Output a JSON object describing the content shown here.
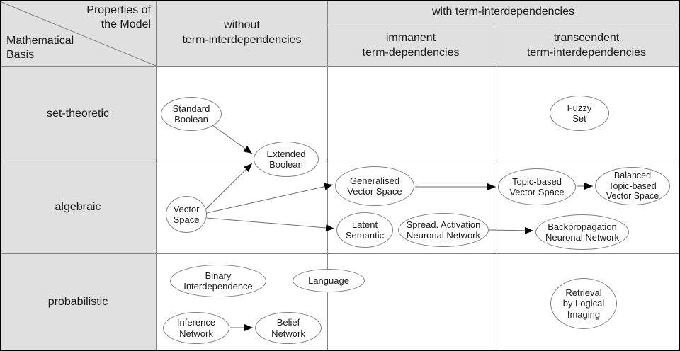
{
  "title": "Classification matrix of IR model mathematical bases vs term-interdependency properties",
  "colors": {
    "header_bg": "#e0e0e0",
    "body_bg": "#ffffff",
    "grid_line": "#828282",
    "node_stroke": "#828282",
    "arrow_line": "#6e6e6e",
    "arrowhead": "#000000",
    "outer_border": "#000000",
    "text": "#1a1a1a"
  },
  "header": {
    "corner_top": "Properties of\nthe Model",
    "corner_bottom": "Mathematical\nBasis",
    "col_without": "without\nterm-interdependencies",
    "col_with": "with term-interdependencies",
    "col_immanent": "immanent\nterm-dependencies",
    "col_transcendent": "transcendent\nterm-interdependencies"
  },
  "rows": [
    {
      "label": "set-theoretic"
    },
    {
      "label": "algebraic"
    },
    {
      "label": "probabilistic"
    }
  ],
  "nodes": [
    {
      "id": "standard-boolean",
      "label": "Standard\nBoolean",
      "row": "set-theoretic",
      "column": "without term-interdependencies"
    },
    {
      "id": "extended-boolean",
      "label": "Extended\nBoolean",
      "row": "set-theoretic / algebraic",
      "column": "without term-interdependencies"
    },
    {
      "id": "fuzzy-set",
      "label": "Fuzzy\nSet",
      "row": "set-theoretic",
      "column": "transcendent term-interdependencies"
    },
    {
      "id": "vector-space",
      "label": "Vector\nSpace",
      "row": "algebraic",
      "column": "without term-interdependencies"
    },
    {
      "id": "generalised-vector-space",
      "label": "Generalised\nVector Space",
      "row": "algebraic",
      "column": "immanent term-dependencies"
    },
    {
      "id": "latent-semantic",
      "label": "Latent\nSemantic",
      "row": "algebraic",
      "column": "immanent term-dependencies"
    },
    {
      "id": "spread-activation-neuronal-network",
      "label": "Spread. Activation\nNeuronal Network",
      "row": "algebraic",
      "column": "immanent term-dependencies"
    },
    {
      "id": "topic-based-vector-space",
      "label": "Topic-based\nVector Space",
      "row": "algebraic",
      "column": "transcendent term-interdependencies"
    },
    {
      "id": "balanced-topic-based-vector-space",
      "label": "Balanced\nTopic-based\nVector Space",
      "row": "algebraic",
      "column": "transcendent term-interdependencies"
    },
    {
      "id": "backpropagation-neuronal-network",
      "label": "Backpropagation\nNeuronal Network",
      "row": "algebraic",
      "column": "transcendent term-interdependencies"
    },
    {
      "id": "binary-interdependence",
      "label": "Binary\nInterdependence",
      "row": "probabilistic",
      "column": "without term-interdependencies"
    },
    {
      "id": "language",
      "label": "Language",
      "row": "probabilistic",
      "column": "without / immanent boundary"
    },
    {
      "id": "inference-network",
      "label": "Inference\nNetwork",
      "row": "probabilistic",
      "column": "without term-interdependencies"
    },
    {
      "id": "belief-network",
      "label": "Belief\nNetwork",
      "row": "probabilistic",
      "column": "without term-interdependencies"
    },
    {
      "id": "retrieval-by-logical-imaging",
      "label": "Retrieval\nby Logical\nImaging",
      "row": "probabilistic",
      "column": "transcendent term-interdependencies"
    }
  ],
  "edges": [
    {
      "from": "standard-boolean",
      "to": "extended-boolean"
    },
    {
      "from": "vector-space",
      "to": "extended-boolean"
    },
    {
      "from": "vector-space",
      "to": "generalised-vector-space"
    },
    {
      "from": "vector-space",
      "to": "latent-semantic"
    },
    {
      "from": "generalised-vector-space",
      "to": "topic-based-vector-space"
    },
    {
      "from": "topic-based-vector-space",
      "to": "balanced-topic-based-vector-space"
    },
    {
      "from": "spread-activation-neuronal-network",
      "to": "backpropagation-neuronal-network"
    },
    {
      "from": "inference-network",
      "to": "belief-network"
    }
  ]
}
